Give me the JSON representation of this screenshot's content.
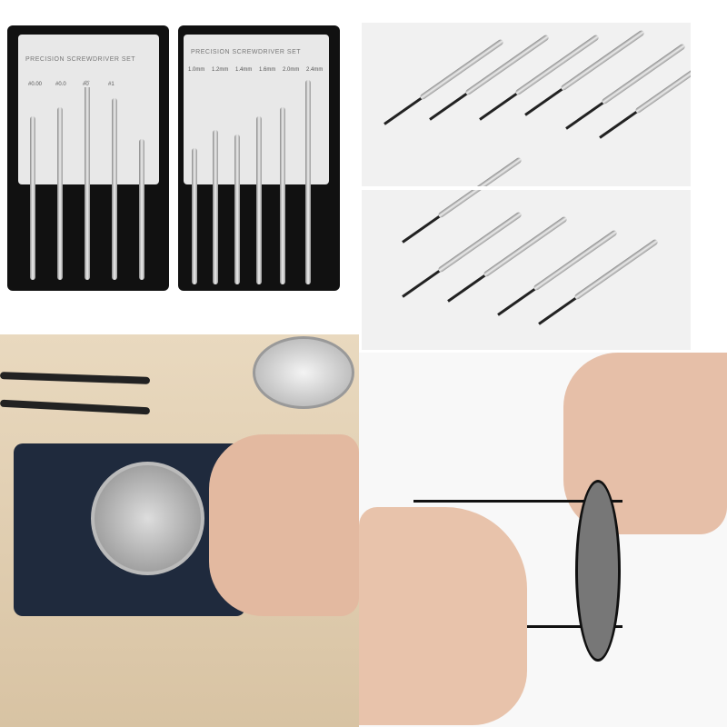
{
  "left_card": {
    "title": "PRECISION SCREWDRIVER SET",
    "sizes": [
      "#0.00",
      "#0.0",
      "#0",
      "#1"
    ]
  },
  "right_card": {
    "title": "PRECISION SCREWDRIVER SET",
    "sizes": [
      "1.0mm",
      "1.2mm",
      "1.4mm",
      "1.6mm",
      "2.0mm",
      "2.4mm"
    ]
  },
  "colors": {
    "case": "#111111",
    "table": "#e0ccac",
    "holder": "#1f2a3d"
  }
}
